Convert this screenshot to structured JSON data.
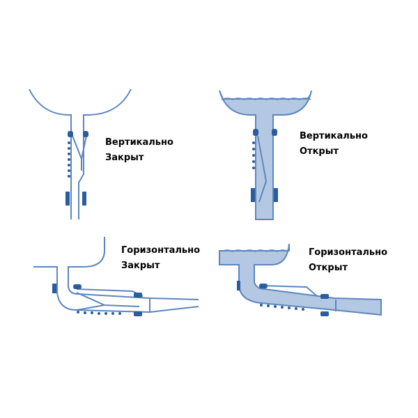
{
  "panels": [
    {
      "orientation": "Вертикально",
      "state": "Закрыт"
    },
    {
      "orientation": "Вертикально",
      "state": "Открыт"
    },
    {
      "orientation": "Горизонтально",
      "state": "Закрыт"
    },
    {
      "orientation": "Горизонтально",
      "state": "Открыт"
    }
  ],
  "colors": {
    "line": "#5b86bd",
    "water": "#b4c8e4",
    "seal": "#2a5c9e"
  }
}
